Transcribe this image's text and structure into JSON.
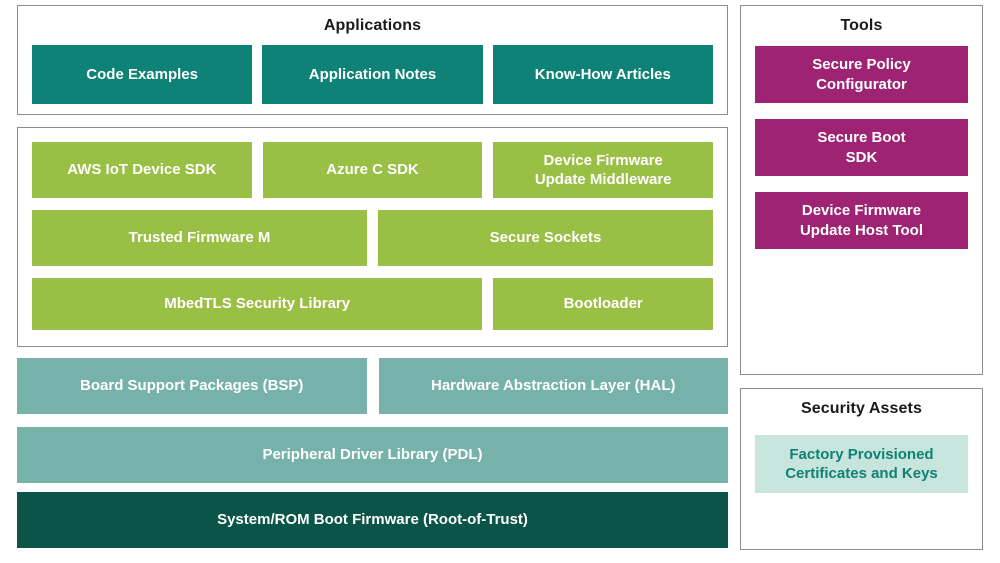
{
  "diagram": {
    "applications": {
      "title": "Applications",
      "boxes": [
        {
          "label": "Code Examples"
        },
        {
          "label": "Application Notes"
        },
        {
          "label": "Know-How Articles"
        }
      ]
    },
    "middleware": {
      "boxes": [
        {
          "label": "AWS IoT Device SDK"
        },
        {
          "label": "Azure C SDK"
        },
        {
          "label": "Device Firmware\nUpdate Middleware"
        },
        {
          "label": "Trusted Firmware M"
        },
        {
          "label": "Secure Sockets"
        },
        {
          "label": "MbedTLS Security Library"
        },
        {
          "label": "Bootloader"
        }
      ]
    },
    "platform": {
      "bsp": "Board Support Packages (BSP)",
      "hal": "Hardware Abstraction Layer (HAL)",
      "pdl": "Peripheral Driver Library (PDL)"
    },
    "root_of_trust": {
      "label": "System/ROM Boot Firmware (Root-of-Trust)"
    },
    "tools": {
      "title": "Tools",
      "boxes": [
        {
          "label": "Secure Policy\nConfigurator"
        },
        {
          "label": "Secure Boot\nSDK"
        },
        {
          "label": "Device Firmware\nUpdate Host Tool"
        }
      ]
    },
    "security_assets": {
      "title": "Security Assets",
      "boxes": [
        {
          "label": "Factory Provisioned\nCertificates and Keys"
        }
      ]
    },
    "colors": {
      "teal": "#0e8276",
      "green": "#99bf45",
      "sage": "#76b2a9",
      "dark_green": "#0a5448",
      "magenta": "#9e2373",
      "light_teal_bg": "#c7e4dd",
      "light_teal_text": "#0e8276",
      "panel_border": "#8c8c8c",
      "title_text": "#1a1a1a",
      "block_text": "#ffffff"
    }
  }
}
